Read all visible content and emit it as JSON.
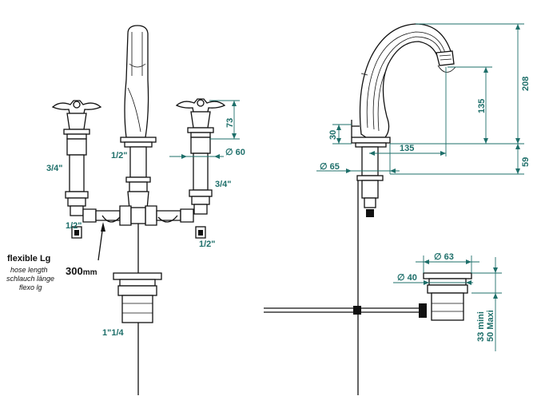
{
  "colors": {
    "dimension": "#1e6f6a",
    "outline": "#111111"
  },
  "left_view": {
    "thread_left_top": "3/4\"",
    "thread_center_top": "1/2\"",
    "thread_right_top": "3/4\"",
    "thread_left_bottom": "1/2\"",
    "thread_right_bottom": "1/2\"",
    "thread_drain": "1\"1/4",
    "dim_handle_height": "73",
    "dim_handle_diameter": "∅ 60",
    "hose_label": "flexible Lg",
    "hose_en": "hose length",
    "hose_de": "schlauch länge",
    "hose_es": "flexo lg",
    "hose_length_value": "300",
    "hose_length_unit": "mm"
  },
  "right_view": {
    "dim_total_height": "208",
    "dim_spout_height": "135",
    "dim_spout_reach": "135",
    "dim_base_height": "59",
    "dim_base_thickness": "30",
    "dim_base_diameter": "∅ 65",
    "dim_drain_top": "∅ 63",
    "dim_drain_bottom": "∅ 40",
    "dim_drain_range_min": "33  mini",
    "dim_drain_range_max": "50 Maxi"
  }
}
